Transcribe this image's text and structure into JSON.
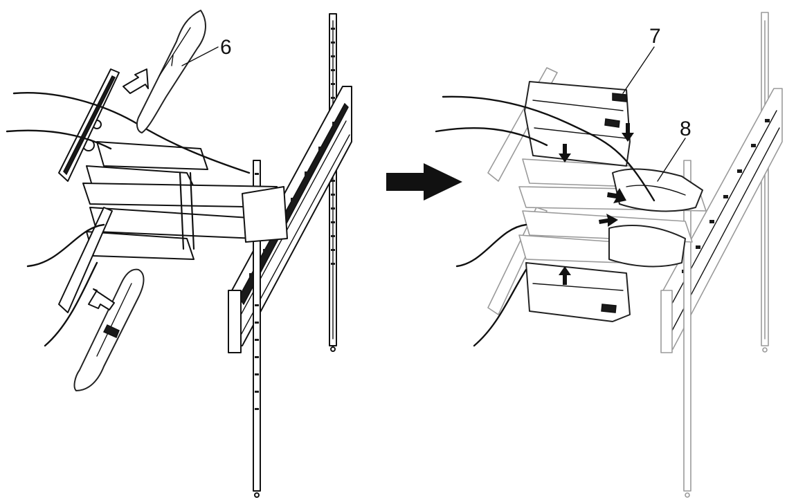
{
  "figure": {
    "callouts": [
      {
        "id": "part-6",
        "label": "6"
      },
      {
        "id": "part-7",
        "label": "7"
      },
      {
        "id": "part-8",
        "label": "8"
      }
    ],
    "transition_arrow": "right-arrow-icon",
    "colors": {
      "line": "#111111",
      "ghost": "#9a9a9a",
      "background": "#ffffff"
    }
  }
}
